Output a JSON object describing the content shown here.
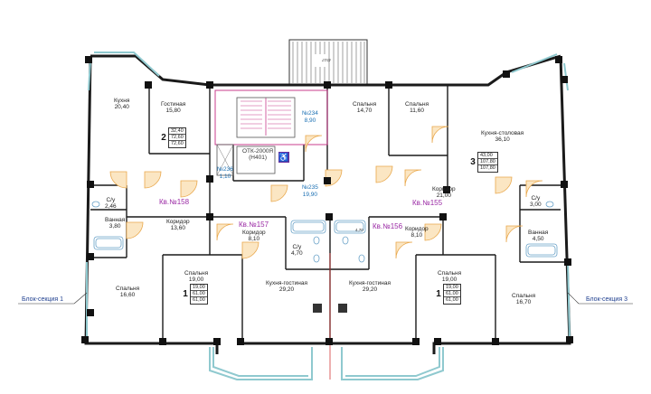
{
  "plan": {
    "rooms": {
      "kitchen_left": {
        "name": "Кухня",
        "area": "20,40"
      },
      "living_left": {
        "name": "Гостиная",
        "area": "15,80"
      },
      "bath_left": {
        "name": "Ванная",
        "area": "3,80"
      },
      "wc_left": {
        "name": "С/у",
        "area": "2,46"
      },
      "corridor_158": {
        "name": "Коридор",
        "area": "13,60"
      },
      "bedroom_left": {
        "name": "Спальня",
        "area": "16,60"
      },
      "bedroom_157": {
        "name": "Спальня",
        "area": "19,00"
      },
      "corridor_157": {
        "name": "Коридор",
        "area": "8,10"
      },
      "kitchen_living_157": {
        "name": "Кухня-гостиная",
        "area": "29,20"
      },
      "wc_center": {
        "name": "С/у",
        "area": "4,70"
      },
      "kitchen_living_156": {
        "name": "Кухня-гостиная",
        "area": "29,20"
      },
      "corridor_156": {
        "name": "Коридор",
        "area": "8,10"
      },
      "bedroom_156": {
        "name": "Спальня",
        "area": "19,00"
      },
      "bedroom_right": {
        "name": "Спальня",
        "area": "16,70"
      },
      "bedroom_top_1": {
        "name": "Спальня",
        "area": "14,70"
      },
      "bedroom_top_2": {
        "name": "Спальня",
        "area": "11,60"
      },
      "kitchen_dining": {
        "name": "Кухня-столовая",
        "area": "36,10"
      },
      "corridor_155": {
        "name": "Коридор",
        "area": "21,00"
      },
      "wc_right": {
        "name": "С/у",
        "area": "3,00"
      },
      "bath_right": {
        "name": "Ванная",
        "area": "4,50"
      }
    },
    "small_values": {
      "center_wc_extra": "4,70",
      "shaft_area": "1,10"
    },
    "apartments": {
      "a158": "Кв.№158",
      "a157": "Кв.№157",
      "a156": "Кв.№156",
      "a155": "Кв.№155"
    },
    "core": {
      "stair_no": "№234",
      "stair_area": "8,90",
      "hall_no": "№235",
      "hall_area": "19,90",
      "shaft_no": "№236",
      "lift_label": "ОТК-2000Я",
      "lift_sub": "(Н401)",
      "tower_label": "4h17"
    },
    "tables": {
      "t158": {
        "rooms": "2",
        "values": [
          "32,40",
          "72,60",
          "72,60"
        ]
      },
      "t157": {
        "rooms": "1",
        "values": [
          "19,00",
          "61,00",
          "61,00"
        ]
      },
      "t156": {
        "rooms": "1",
        "values": [
          "19,00",
          "61,00",
          "61,00"
        ]
      },
      "t155": {
        "rooms": "3",
        "values": [
          "43,00",
          "107,80",
          "107,80"
        ]
      }
    },
    "sections": {
      "left": "Блок-секция 1",
      "right": "Блок-секция 3"
    },
    "icons": [
      "wheelchair-icon",
      "wc-fixture-icon",
      "bathtub-icon",
      "stairs-icon"
    ],
    "colors": {
      "walls": "#1a1a1a",
      "glazing": "#8fc9cf",
      "doors": "#f3c078",
      "apartment_label": "#9b2ba5",
      "core_label": "#1a6fb3",
      "stair": "#c83c8c",
      "section_label": "#1f3f8f"
    }
  }
}
